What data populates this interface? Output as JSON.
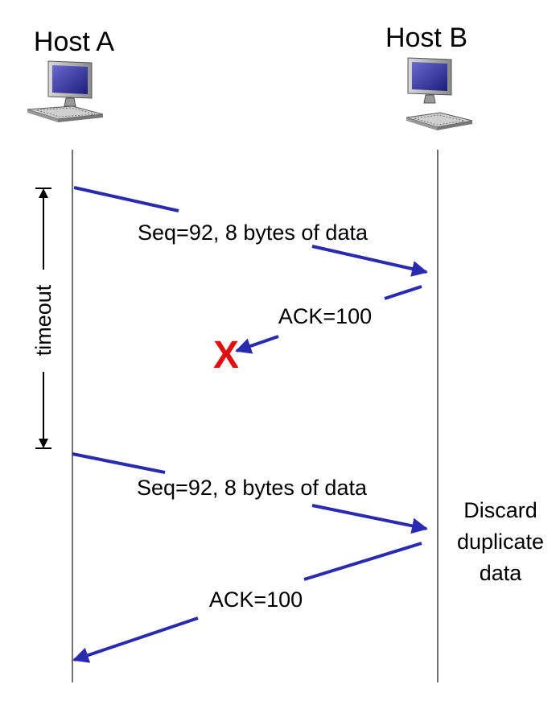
{
  "hosts": {
    "a": {
      "label": "Host A",
      "icon": "computer-icon"
    },
    "b": {
      "label": "Host B",
      "icon": "computer-icon"
    }
  },
  "timer": {
    "label": "timeout"
  },
  "messages": {
    "seq_first": "Seq=92, 8 bytes of data",
    "ack_lost": "ACK=100",
    "seq_retransmit": "Seq=92, 8 bytes of data",
    "ack_final": "ACK=100"
  },
  "loss_marker": {
    "glyph": "X",
    "color": "#e01010"
  },
  "receiver_note": [
    "Discard",
    "duplicate",
    "data"
  ],
  "colors": {
    "arrow": "#2a2ab0",
    "timeline": "#444444"
  }
}
